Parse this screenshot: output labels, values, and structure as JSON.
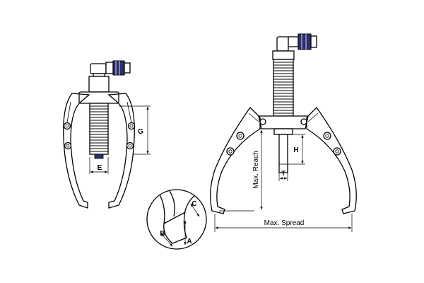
{
  "labels": {
    "g": "G",
    "e": "E",
    "h": "H",
    "t": "T",
    "c": "C",
    "b": "B",
    "a": "A",
    "max_reach": "Max. Reach",
    "max_spread": "Max. Spread"
  },
  "colors": {
    "line": "#000000",
    "hydraulic_coupler": "#2b2f6e",
    "background": "#ffffff"
  }
}
